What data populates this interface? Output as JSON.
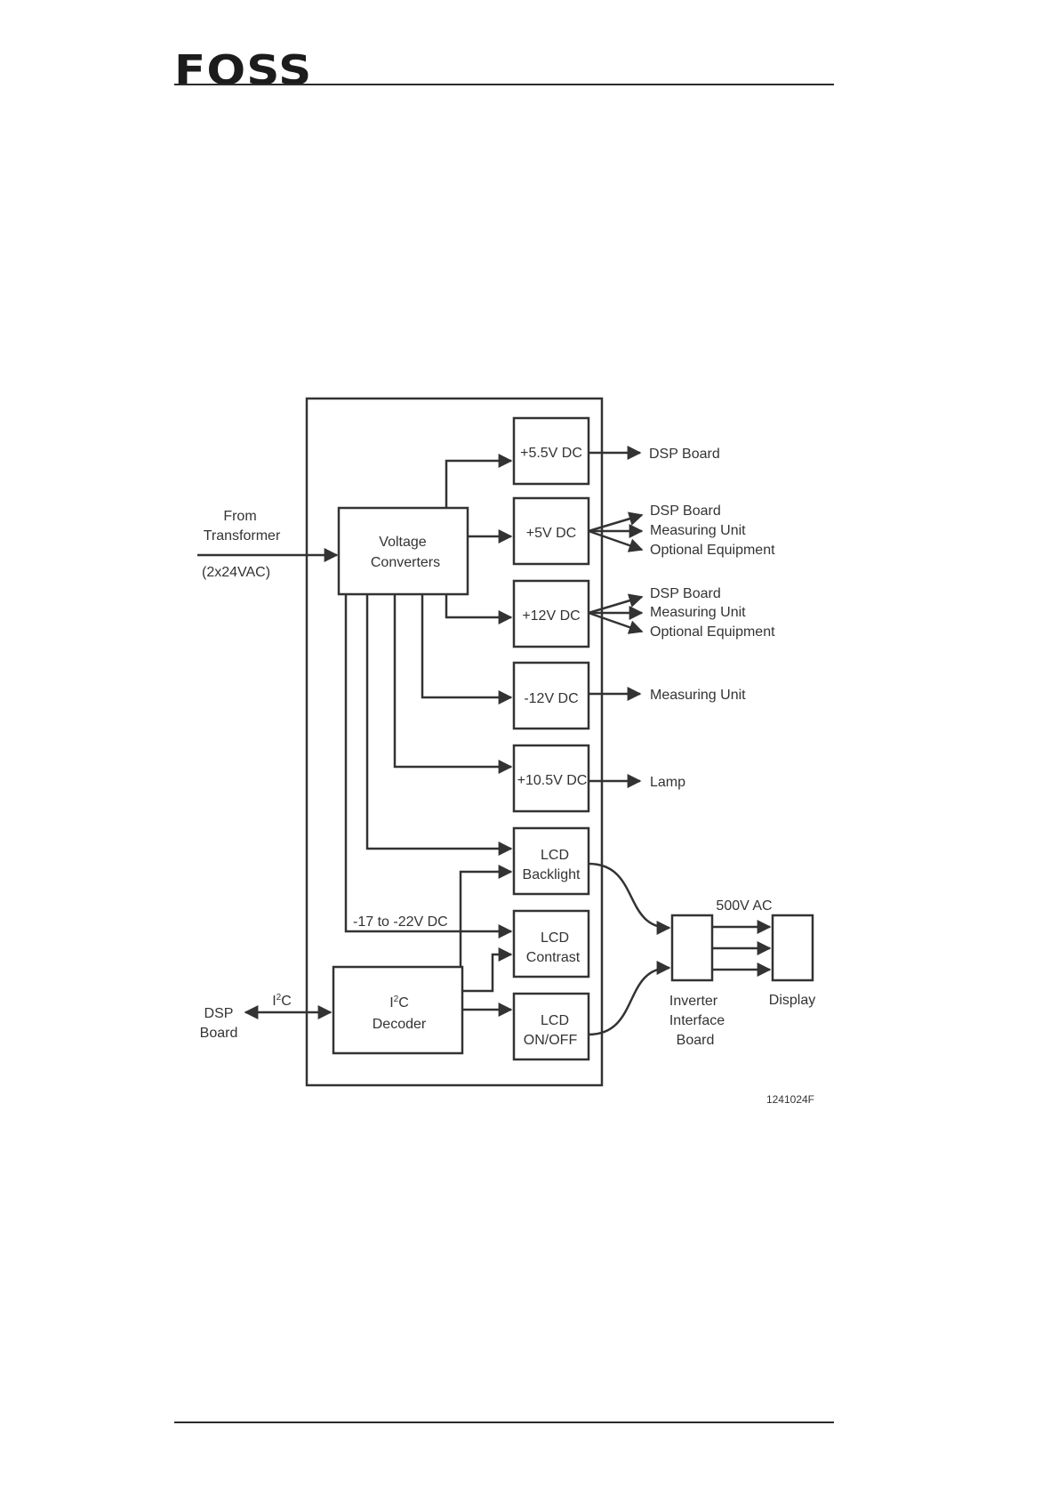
{
  "header": {
    "logo": "FOSS"
  },
  "diagram": {
    "figure_id": "1241024F",
    "inputs": {
      "transformer_line1": "From",
      "transformer_line2": "Transformer",
      "transformer_rating": "(2x24VAC)",
      "dsp_line1": "DSP",
      "dsp_line2": "Board",
      "i2c_label_main": "I",
      "i2c_label_sup": "2",
      "i2c_label_tail": "C"
    },
    "blocks": {
      "voltage_converters_line1": "Voltage",
      "voltage_converters_line2": "Converters",
      "decoder_line1_main": "I",
      "decoder_line1_sup": "2",
      "decoder_line1_tail": "C",
      "decoder_line2": "Decoder",
      "v5_5": "+5.5V DC",
      "v5": "+5V DC",
      "v12": "+12V DC",
      "vneg12": "-12V DC",
      "v10_5": "+10.5V DC",
      "backlight_line1": "LCD",
      "backlight_line2": "Backlight",
      "contrast_line1": "LCD",
      "contrast_line2": "Contrast",
      "onoff_line1": "LCD",
      "onoff_line2": "ON/OFF",
      "inverter_line1": "Inverter",
      "inverter_line2": "Interface",
      "inverter_line3": "Board",
      "display": "Display"
    },
    "labels": {
      "contrast_supply": "-17 to -22V DC",
      "inverter_output": "500V AC"
    },
    "outputs": {
      "v5_5_dest": "DSP Board",
      "v5_dest1": "DSP Board",
      "v5_dest2": "Measuring Unit",
      "v5_dest3": "Optional Equipment",
      "v12_dest1": "DSP Board",
      "v12_dest2": "Measuring Unit",
      "v12_dest3": "Optional Equipment",
      "vneg12_dest": "Measuring Unit",
      "v10_5_dest": "Lamp"
    }
  }
}
